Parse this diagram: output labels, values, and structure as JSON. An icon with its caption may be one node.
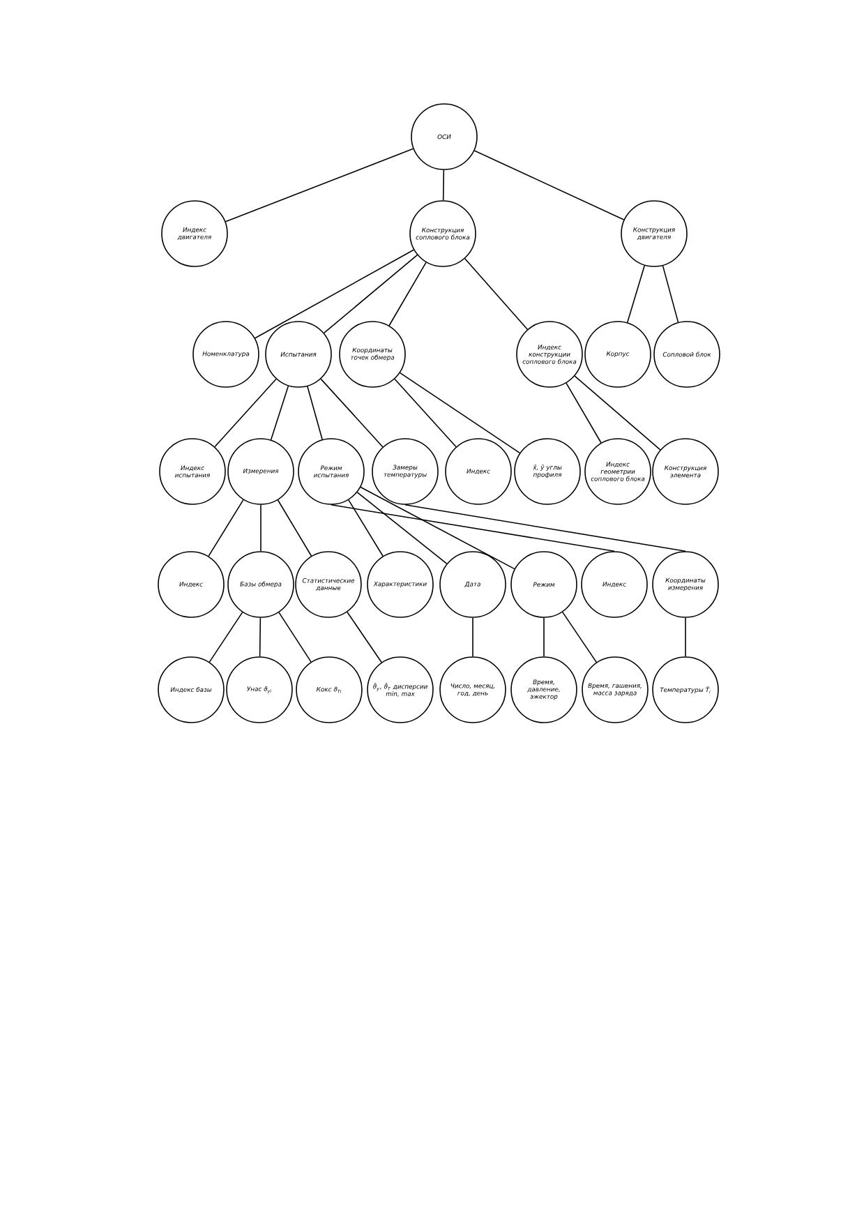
{
  "diagram": {
    "nodes": [
      {
        "text": [
          "ОСИ"
        ]
      },
      {
        "text": [
          "Индекс двигателя"
        ]
      },
      {
        "text": [
          "Конструкция соплового блока"
        ]
      },
      {
        "text": [
          "Конструкция двигателя"
        ]
      },
      {
        "text": [
          "Номенклатура"
        ]
      },
      {
        "text": [
          "Испытания"
        ]
      },
      {
        "text": [
          "Координаты точек обмера"
        ]
      },
      {
        "text": [
          "Индекс конструкции соплового блока"
        ]
      },
      {
        "text": [
          "Корпус"
        ]
      },
      {
        "text": [
          "Сопловой блок"
        ]
      },
      {
        "text": [
          "Индекс испытания"
        ]
      },
      {
        "text": [
          "Измерения"
        ]
      },
      {
        "text": [
          "Режим испытания"
        ]
      },
      {
        "text": [
          "Замеры температуры"
        ]
      },
      {
        "text": [
          "Индекс"
        ]
      },
      {
        "text": [
          "x̄, ȳ углы профиля"
        ]
      },
      {
        "text": [
          "Индекс геометрии соплового блока"
        ]
      },
      {
        "text": [
          "Конструкция элемента"
        ]
      },
      {
        "text": [
          "Индекс"
        ]
      },
      {
        "text": [
          "Базы обмера"
        ]
      },
      {
        "text": [
          "Статистические данные"
        ]
      },
      {
        "text": [
          "Характеристики"
        ]
      },
      {
        "text": [
          "Дата"
        ]
      },
      {
        "text": [
          "Режим"
        ]
      },
      {
        "text": [
          "Индекс"
        ]
      },
      {
        "text": [
          "Координаты измерения"
        ]
      },
      {
        "text": [
          "Индекс базы"
        ]
      },
      {
        "text": [
          "Унас ϑ$_{yi}$"
        ]
      },
      {
        "text": [
          "Кокс ϑ$_{Ti}$"
        ]
      },
      {
        "text": [
          "ϑ̄$_{y}$, ϑ̄$_{T}$ дисперсии min, max"
        ]
      },
      {
        "text": [
          "Число, месяц, год, день"
        ]
      },
      {
        "text": [
          "Время, давление, эжектор"
        ]
      },
      {
        "text": [
          "Время, гашения, масса заряда"
        ]
      },
      {
        "text": [
          "Температуры T̄$_{i}$"
        ]
      }
    ],
    "edges": [
      {
        "from": 0,
        "to": 1,
        "arrow": "none"
      },
      {
        "from": 0,
        "to": 2,
        "arrow": "none"
      },
      {
        "from": 0,
        "to": 3,
        "arrow": "none"
      },
      {
        "from": 2,
        "to": 4,
        "arrow": "none"
      },
      {
        "from": 2,
        "to": 5,
        "arrow": "none"
      },
      {
        "from": 2,
        "to": 6,
        "arrow": "none"
      },
      {
        "from": 2,
        "to": 7,
        "arrow": "none"
      },
      {
        "from": 3,
        "to": 8,
        "arrow": "none"
      },
      {
        "from": 3,
        "to": 9,
        "arrow": "none"
      },
      {
        "from": 5,
        "to": 10,
        "arrow": "none"
      },
      {
        "from": 5,
        "to": 11,
        "arrow": "none"
      },
      {
        "from": 5,
        "to": 12,
        "arrow": "none"
      },
      {
        "from": 5,
        "to": 13,
        "arrow": "none"
      },
      {
        "from": 6,
        "to": 14,
        "arrow": "none"
      },
      {
        "from": 6,
        "to": 15,
        "arrow": "none"
      },
      {
        "from": 7,
        "to": 16,
        "arrow": "none"
      },
      {
        "from": 7,
        "to": 17,
        "arrow": "none"
      },
      {
        "from": 11,
        "to": 18,
        "arrow": "none"
      },
      {
        "from": 11,
        "to": 19,
        "arrow": "none"
      },
      {
        "from": 11,
        "to": 20,
        "arrow": "none"
      },
      {
        "from": 12,
        "to": 21,
        "arrow": "none"
      },
      {
        "from": 12,
        "to": 22,
        "arrow": "none"
      },
      {
        "from": 12,
        "to": 23,
        "arrow": "none"
      },
      {
        "from": 12,
        "to": 24,
        "arrow": "none"
      },
      {
        "from": 13,
        "to": 25,
        "arrow": "none"
      },
      {
        "from": 19,
        "to": 26,
        "arrow": "none"
      },
      {
        "from": 19,
        "to": 27,
        "arrow": "none"
      },
      {
        "from": 19,
        "to": 28,
        "arrow": "none"
      },
      {
        "from": 20,
        "to": 29,
        "arrow": "none"
      },
      {
        "from": 22,
        "to": 30,
        "arrow": "none"
      },
      {
        "from": 23,
        "to": 31,
        "arrow": "none"
      },
      {
        "from": 23,
        "to": 32,
        "arrow": "none"
      },
      {
        "from": 25,
        "to": 33,
        "arrow": "none"
      }
    ]
  }
}
